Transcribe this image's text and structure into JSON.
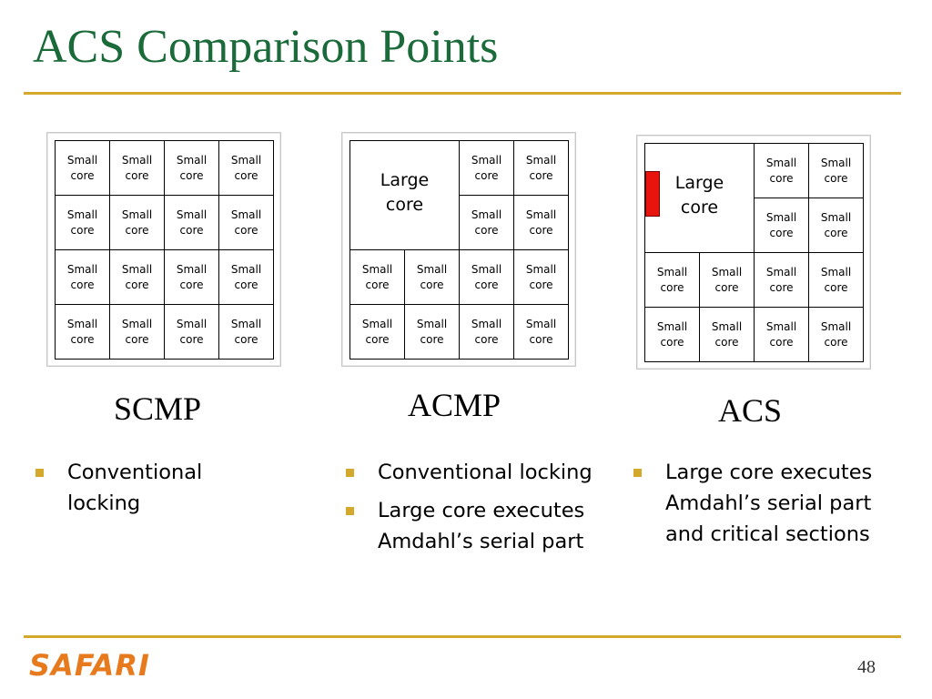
{
  "slide": {
    "title": "ACS Comparison Points",
    "page_number": "48",
    "logo_text": "SAFARI"
  },
  "colors": {
    "title": "#1a6a3a",
    "rule": "#d4a82a",
    "bullet": "#d4a82a",
    "logo": "#e87a1e",
    "marker": "#e8150f"
  },
  "cells": {
    "small_line1": "Small",
    "small_line2": "core",
    "large_line1": "Large",
    "large_line2": "core"
  },
  "columns": [
    {
      "label": "SCMP",
      "bullets": [
        "Conventional locking"
      ]
    },
    {
      "label": "ACMP",
      "bullets": [
        "Conventional locking",
        "Large core executes Amdahl’s serial part"
      ]
    },
    {
      "label": "ACS",
      "bullets": [
        "Large core executes Amdahl’s serial part and critical sections"
      ]
    }
  ]
}
